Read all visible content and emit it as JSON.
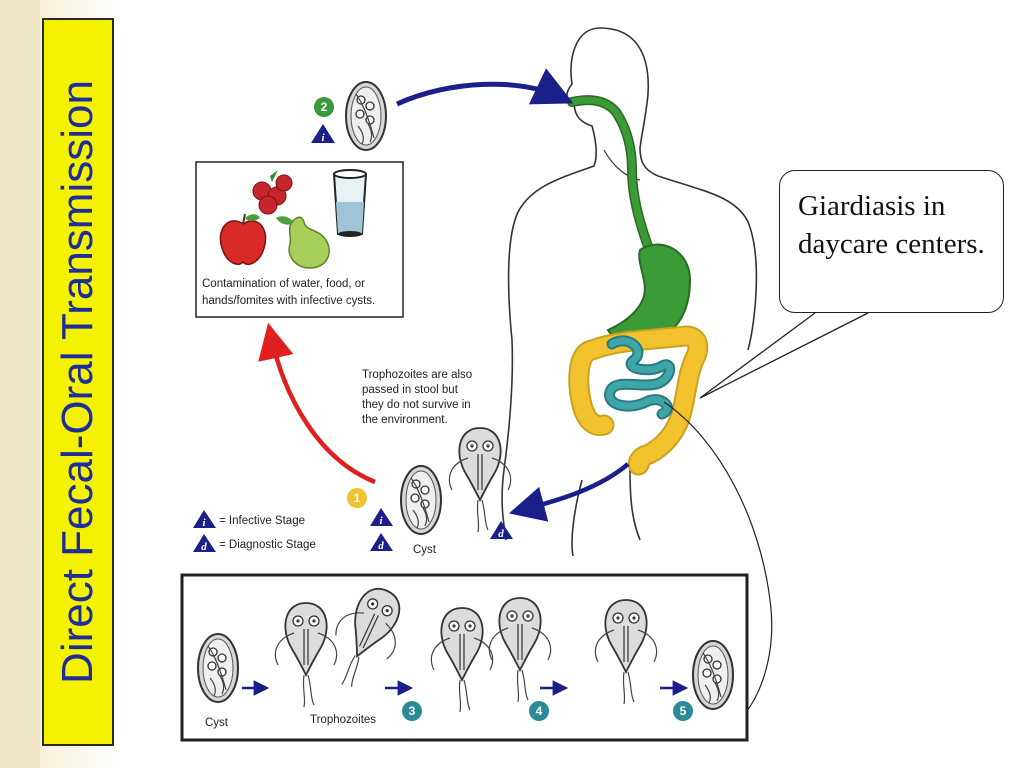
{
  "side_title": "Direct Fecal-Oral Transmission",
  "speech_bubble": "Giardiasis in daycare centers.",
  "contamination_caption_line1": "Contamination of water, food, or",
  "contamination_caption_line2": "hands/fomites with infective cysts.",
  "trophozoite_note_line1": "Trophozoites are also",
  "trophozoite_note_line2": "passed in stool but",
  "trophozoite_note_line3": "they do not survive in",
  "trophozoite_note_line4": "the environment.",
  "legend": {
    "infective_symbol": "i",
    "infective_text": "= Infective Stage",
    "diagnostic_symbol": "d",
    "diagnostic_text": "= Diagnostic Stage"
  },
  "steps": {
    "step1": "1",
    "step2": "2",
    "step3": "3",
    "step4": "4",
    "step5": "5"
  },
  "labels": {
    "cyst_stage1": "Cyst",
    "cyst_bottom": "Cyst",
    "trophozoites": "Trophozoites"
  },
  "colors": {
    "title_bg": "#f5f200",
    "title_text": "#1e2d9a",
    "arrow_blue": "#1a1f8a",
    "arrow_red": "#e0201f",
    "step_green": "#3a9a3a",
    "step_yellow": "#f2c12e",
    "step_teal": "#2a8a95",
    "gut_green": "#3a9a35",
    "colon_yellow": "#f2c12e",
    "intestine_teal": "#3ea5a8"
  }
}
